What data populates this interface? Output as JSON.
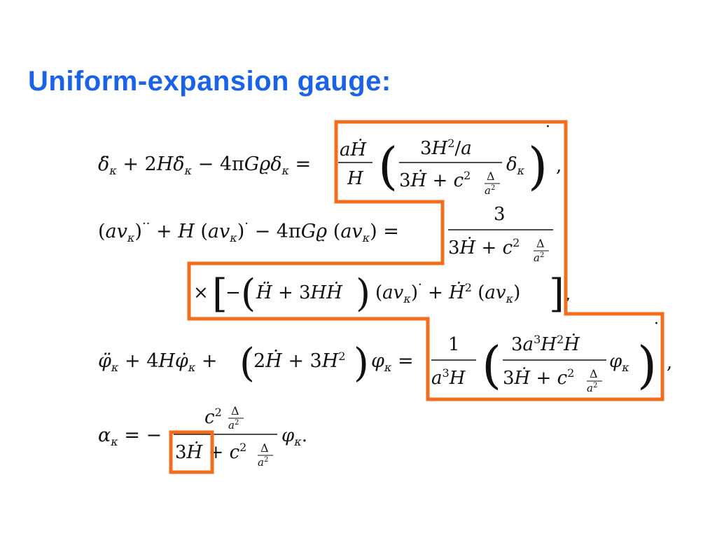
{
  "title": "Uniform-expansion gauge:",
  "colors": {
    "title": "#1a63e8",
    "highlight": "#f26d1e",
    "ink": "#111111"
  },
  "equations": [
    {
      "id": "density-contrast",
      "lhs": "δ̈κ + 2H δ̇κ − 4πGϱ δκ =",
      "rhs": "(aḢ/H) ( (3H²/a) / (3Ḣ + c² Δ/a²) δκ )˙ ,"
    },
    {
      "id": "velocity-potential",
      "lhs": "(avκ)¨ + H (avκ)˙ − 4πGϱ (avκ) =",
      "rhs": "3 / (3Ḣ + c² Δ/a²)",
      "continuation": "× [ −(Ḧ + 3HḢ)(avκ)˙ + Ḣ² (avκ) ] ,"
    },
    {
      "id": "curvature",
      "lhs": "φ̈κ + 4H φ̇κ + (2Ḣ + 3H²) φκ =",
      "rhs": "(1/(a³H)) ( 3a³H²Ḣ / (3Ḣ + c² Δ/a²) φκ )˙ ,"
    },
    {
      "id": "lapse",
      "lhs": "ακ = −",
      "rhs": "c² Δ/a² / (3Ḣ + c² Δ/a²) φκ ."
    }
  ]
}
